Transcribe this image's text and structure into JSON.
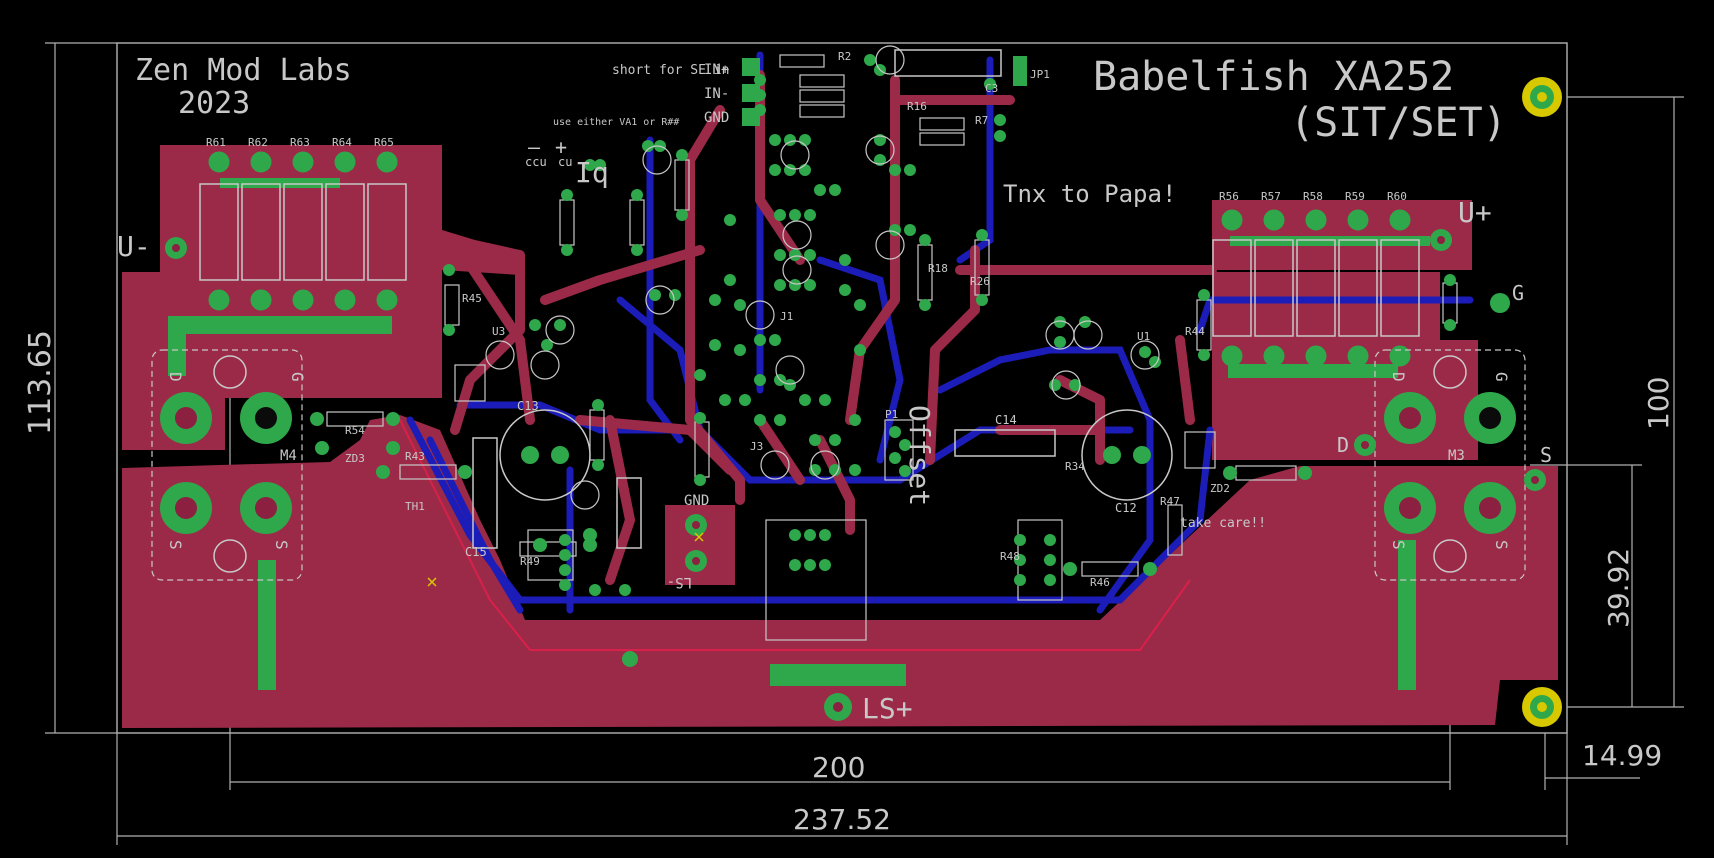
{
  "board": {
    "brand": "Zen Mod Labs",
    "year": "2023",
    "title": "Babelfish XA252",
    "subtitle": "(SIT/SET)",
    "credit": "Tnx to Papa!",
    "offset_label": "Offset",
    "iq_label": "Iq",
    "take_care": "take care!!",
    "short_note": "short for SE in",
    "use_note": "use either VA1 or R##",
    "ccu_label": "ccu",
    "cu_label": "cu",
    "minus_sign": "–",
    "plus_sign": "+"
  },
  "connectors": {
    "in_plus": "IN+",
    "in_minus": "IN-",
    "gnd": "GND",
    "ls_plus": "LS+",
    "ls_minus": "LS-",
    "gnd2": "GND",
    "jp1": "JP1",
    "u_minus": "U-",
    "u_plus": "U+",
    "g_right": "G",
    "d_right": "D",
    "s_right": "S"
  },
  "mosfets": {
    "m4": {
      "ref": "M4",
      "d": "D",
      "g": "G",
      "s1": "S",
      "s2": "S"
    },
    "m3": {
      "ref": "M3",
      "d": "D",
      "g": "G",
      "s1": "S",
      "s2": "S"
    }
  },
  "resistors_top_left": [
    "R61",
    "R62",
    "R63",
    "R64",
    "R65"
  ],
  "resistors_top_right": [
    "R56",
    "R57",
    "R58",
    "R59",
    "R60"
  ],
  "parts": {
    "c13": "C13",
    "c15": "C15",
    "c12": "C12",
    "c14": "C14",
    "c3": "C3",
    "r54": "R54",
    "zd3": "ZD3",
    "r43": "R43",
    "th1": "TH1",
    "r49": "R49",
    "r46": "R46",
    "zd2": "ZD2",
    "r47": "R47",
    "r48": "R48",
    "r34": "R34",
    "u1": "U1",
    "u3": "U3",
    "r44": "R44",
    "r45": "R45",
    "r7": "R7",
    "r2": "R2",
    "r16": "R16",
    "r18": "R18",
    "r26": "R26",
    "p1": "P1",
    "j1": "J1",
    "j3": "J3"
  },
  "dimensions": {
    "height": "113.65",
    "width_inner": "200",
    "width_total": "237.52",
    "right_height": "100",
    "right_lower": "39.92",
    "right_offset": "14.99"
  },
  "colors": {
    "background": "#000000",
    "top_copper": "#9b2a48",
    "bottom_copper": "#1c1cb8",
    "pad": "#2ea84a",
    "silkscreen": "#c8c8c8",
    "dimension": "#b0b0b0",
    "mounting_hole": "#d8c800"
  }
}
